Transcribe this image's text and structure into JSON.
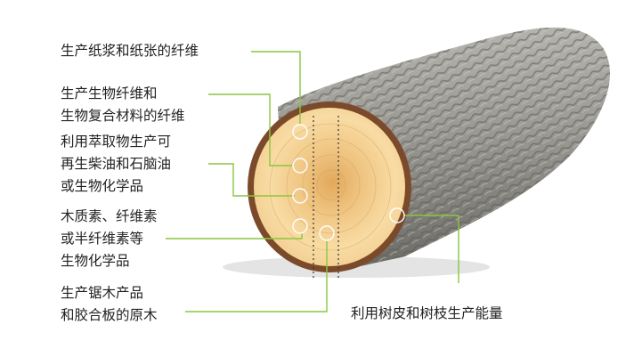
{
  "labels": {
    "pulp_paper_fiber": [
      "生产纸浆和纸张的纤维"
    ],
    "bio_fiber_composite": [
      "生产生物纤维和",
      "生物复合材料的纤维"
    ],
    "extract_biodiesel": [
      "利用萃取物生产可",
      "再生柴油和石脑油",
      "或生物化学品"
    ],
    "lignin_hemicellulose": [
      "木质素、纤维素",
      "或半纤维素等",
      "生物化学品"
    ],
    "sawn_plywood": [
      "生产锯木产品",
      "和胶合板的原木"
    ],
    "bark_branches_energy": [
      "利用树皮和树枝生产能量"
    ]
  },
  "colors": {
    "leader_line": "#8cc63f",
    "text": "#222222",
    "heartwood": "#e9b66e",
    "sapwood": "#f8dfa6",
    "bark": "#8f8f8a",
    "bark_rim": "#7b4a2a"
  }
}
